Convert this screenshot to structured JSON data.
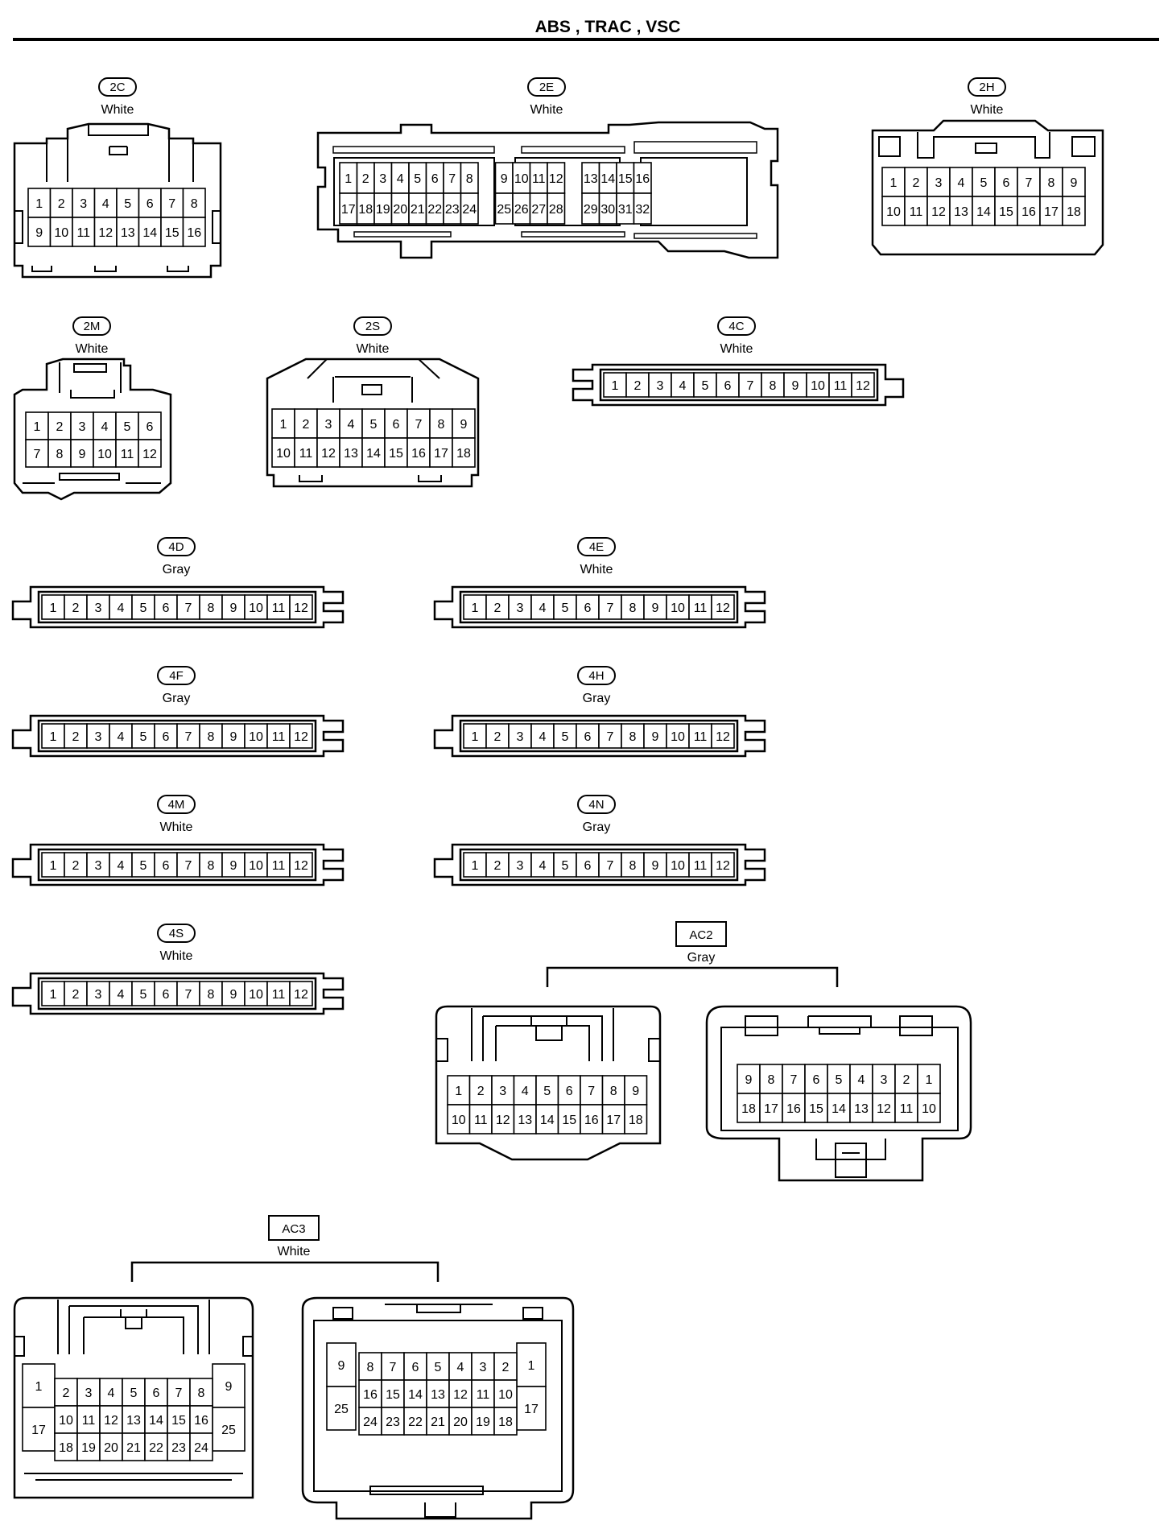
{
  "page": {
    "title": "ABS , TRAC , VSC"
  },
  "connectors": [
    {
      "id": "2C",
      "color": "White",
      "rows": [
        [
          "1",
          "2",
          "3",
          "4",
          "5",
          "6",
          "7",
          "8"
        ],
        [
          "9",
          "10",
          "11",
          "12",
          "13",
          "14",
          "15",
          "16"
        ]
      ]
    },
    {
      "id": "2E",
      "color": "White",
      "rows": [
        [
          "1",
          "2",
          "3",
          "4",
          "5",
          "6",
          "7",
          "8",
          "",
          "9",
          "10",
          "11",
          "12",
          "",
          "13",
          "14",
          "15",
          "16"
        ],
        [
          "17",
          "18",
          "19",
          "20",
          "21",
          "22",
          "23",
          "24",
          "",
          "25",
          "26",
          "27",
          "28",
          "",
          "29",
          "30",
          "31",
          "32"
        ]
      ]
    },
    {
      "id": "2H",
      "color": "White",
      "rows": [
        [
          "1",
          "2",
          "3",
          "4",
          "5",
          "6",
          "7",
          "8",
          "9"
        ],
        [
          "10",
          "11",
          "12",
          "13",
          "14",
          "15",
          "16",
          "17",
          "18"
        ]
      ]
    },
    {
      "id": "2M",
      "color": "White",
      "rows": [
        [
          "1",
          "2",
          "3",
          "4",
          "5",
          "6"
        ],
        [
          "7",
          "8",
          "9",
          "10",
          "11",
          "12"
        ]
      ]
    },
    {
      "id": "2S",
      "color": "White",
      "rows": [
        [
          "1",
          "2",
          "3",
          "4",
          "5",
          "6",
          "7",
          "8",
          "9"
        ],
        [
          "10",
          "11",
          "12",
          "13",
          "14",
          "15",
          "16",
          "17",
          "18"
        ]
      ]
    },
    {
      "id": "4C",
      "color": "White",
      "rows": [
        [
          "1",
          "2",
          "3",
          "4",
          "5",
          "6",
          "7",
          "8",
          "9",
          "10",
          "11",
          "12"
        ]
      ]
    },
    {
      "id": "4D",
      "color": "Gray",
      "rows": [
        [
          "1",
          "2",
          "3",
          "4",
          "5",
          "6",
          "7",
          "8",
          "9",
          "10",
          "11",
          "12"
        ]
      ]
    },
    {
      "id": "4E",
      "color": "White",
      "rows": [
        [
          "1",
          "2",
          "3",
          "4",
          "5",
          "6",
          "7",
          "8",
          "9",
          "10",
          "11",
          "12"
        ]
      ]
    },
    {
      "id": "4F",
      "color": "Gray",
      "rows": [
        [
          "1",
          "2",
          "3",
          "4",
          "5",
          "6",
          "7",
          "8",
          "9",
          "10",
          "11",
          "12"
        ]
      ]
    },
    {
      "id": "4H",
      "color": "Gray",
      "rows": [
        [
          "1",
          "2",
          "3",
          "4",
          "5",
          "6",
          "7",
          "8",
          "9",
          "10",
          "11",
          "12"
        ]
      ]
    },
    {
      "id": "4M",
      "color": "White",
      "rows": [
        [
          "1",
          "2",
          "3",
          "4",
          "5",
          "6",
          "7",
          "8",
          "9",
          "10",
          "11",
          "12"
        ]
      ]
    },
    {
      "id": "4N",
      "color": "Gray",
      "rows": [
        [
          "1",
          "2",
          "3",
          "4",
          "5",
          "6",
          "7",
          "8",
          "9",
          "10",
          "11",
          "12"
        ]
      ]
    },
    {
      "id": "4S",
      "color": "White",
      "rows": [
        [
          "1",
          "2",
          "3",
          "4",
          "5",
          "6",
          "7",
          "8",
          "9",
          "10",
          "11",
          "12"
        ]
      ]
    }
  ],
  "junctions": [
    {
      "id": "AC2",
      "color": "Gray",
      "male": {
        "rows": [
          [
            "1",
            "2",
            "3",
            "4",
            "5",
            "6",
            "7",
            "8",
            "9"
          ],
          [
            "10",
            "11",
            "12",
            "13",
            "14",
            "15",
            "16",
            "17",
            "18"
          ]
        ]
      },
      "female": {
        "rows": [
          [
            "9",
            "8",
            "7",
            "6",
            "5",
            "4",
            "3",
            "2",
            "1"
          ],
          [
            "18",
            "17",
            "16",
            "15",
            "14",
            "13",
            "12",
            "11",
            "10"
          ]
        ]
      }
    },
    {
      "id": "AC3",
      "color": "White",
      "male": {
        "side_left": [
          "1",
          "17"
        ],
        "side_right": [
          "9",
          "25"
        ],
        "rows": [
          [
            "2",
            "3",
            "4",
            "5",
            "6",
            "7",
            "8"
          ],
          [
            "10",
            "11",
            "12",
            "13",
            "14",
            "15",
            "16"
          ],
          [
            "18",
            "19",
            "20",
            "21",
            "22",
            "23",
            "24"
          ]
        ]
      },
      "female": {
        "side_left": [
          "9",
          "25"
        ],
        "side_right": [
          "1",
          "17"
        ],
        "rows": [
          [
            "8",
            "7",
            "6",
            "5",
            "4",
            "3",
            "2"
          ],
          [
            "16",
            "15",
            "14",
            "13",
            "12",
            "11",
            "10"
          ],
          [
            "24",
            "23",
            "22",
            "21",
            "20",
            "19",
            "18"
          ]
        ]
      }
    }
  ]
}
